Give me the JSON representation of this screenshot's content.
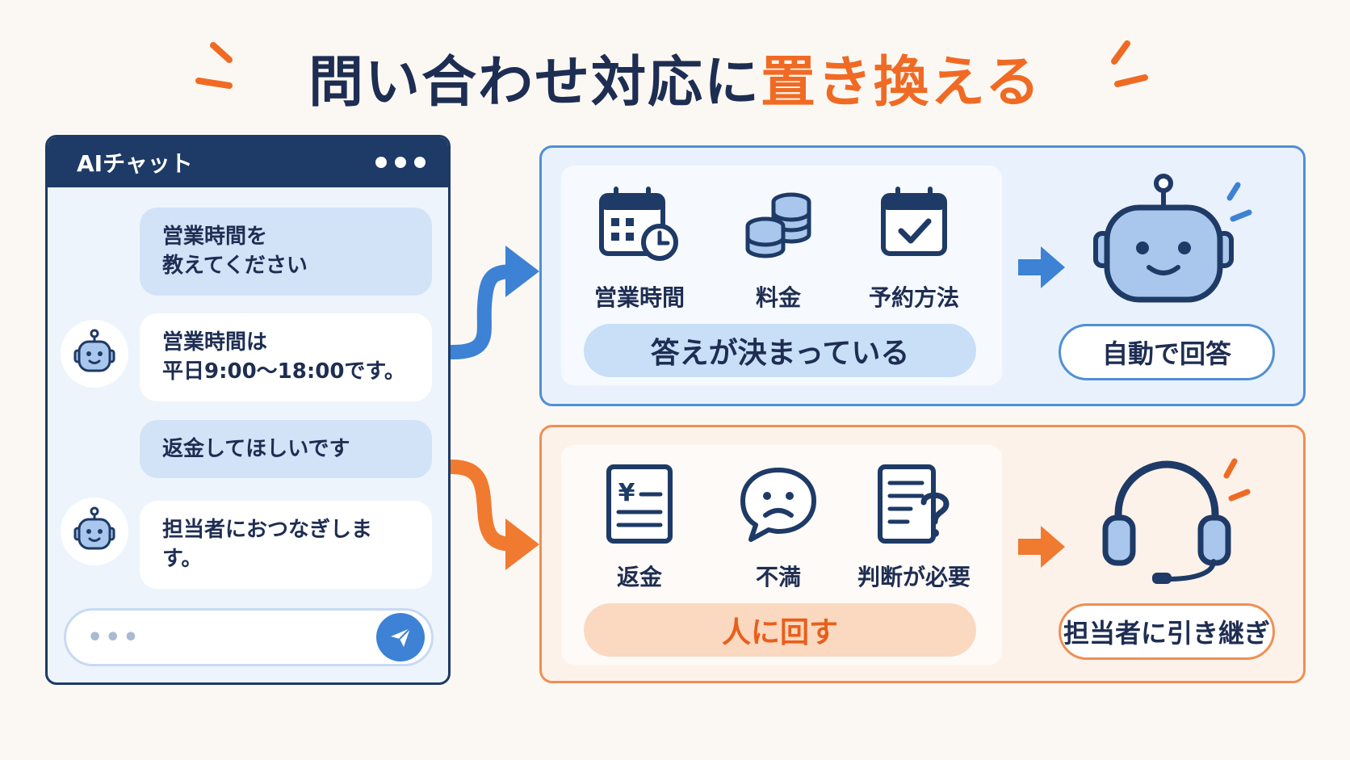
{
  "title": {
    "part1": "問い合わせ対応に",
    "part2": "置き換える"
  },
  "chat": {
    "header": "AIチャット",
    "messages": [
      {
        "role": "user",
        "line1": "営業時間を",
        "line2": "教えてください"
      },
      {
        "role": "bot",
        "line1": "営業時間は",
        "line2": "平日9:00〜18:00です。"
      },
      {
        "role": "user",
        "line1": "返金してほしいです"
      },
      {
        "role": "bot",
        "line1": "担当者におつなぎします。"
      }
    ],
    "input_placeholder": "•••"
  },
  "auto_panel": {
    "items": [
      {
        "icon": "calendar-clock-icon",
        "label": "営業時間"
      },
      {
        "icon": "coins-icon",
        "label": "料金"
      },
      {
        "icon": "calendar-check-icon",
        "label": "予約方法"
      }
    ],
    "category": "答えが決まっている",
    "result_icon": "robot-icon",
    "result": "自動で回答"
  },
  "human_panel": {
    "items": [
      {
        "icon": "yen-document-icon",
        "label": "返金"
      },
      {
        "icon": "sad-speech-icon",
        "label": "不満"
      },
      {
        "icon": "document-question-icon",
        "label": "判断が必要"
      }
    ],
    "category": "人に回す",
    "result_icon": "headset-icon",
    "result": "担当者に引き継ぎ"
  },
  "colors": {
    "navy": "#1e3a66",
    "blue_accent": "#3d82d4",
    "orange_accent": "#f06a24",
    "background": "#fbf8f3"
  }
}
